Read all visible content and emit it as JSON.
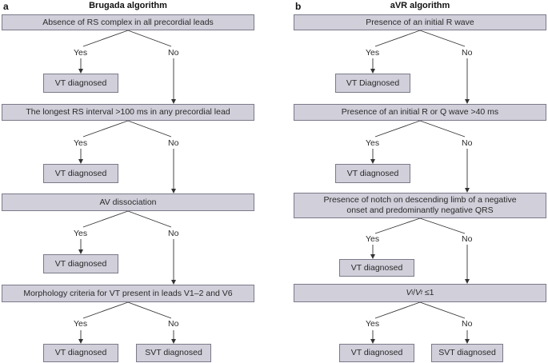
{
  "panel_a": {
    "letter": "a",
    "title": "Brugada algorithm",
    "criteria": [
      "Absence of RS complex in all precordial leads",
      "The longest RS interval >100 ms in any precordial lead",
      "AV dissociation",
      "Morphology criteria for VT present in leads V1–2 and V6"
    ],
    "outcomes": [
      "VT diagnosed",
      "VT diagnosed",
      "VT diagnosed",
      "VT diagnosed"
    ],
    "final_no": "SVT diagnosed"
  },
  "panel_b": {
    "letter": "b",
    "title": "aVR algorithm",
    "criteria": [
      "Presence of an initial R wave",
      "Presence of an initial R or Q wave >40 ms",
      "Presence of notch on descending limb of a negative onset and predominantly negative QRS"
    ],
    "last_criterion": {
      "v1": "V",
      "s1": "i",
      "slash": "/",
      "v2": "V",
      "s2": "t",
      "op": " ≤1"
    },
    "outcomes": [
      "VT Diagnosed",
      "VT diagnosed",
      "VT diagnosed",
      "VT diagnosed"
    ],
    "final_no": "SVT diagnosed"
  },
  "labels": {
    "yes": "Yes",
    "no": "No"
  }
}
